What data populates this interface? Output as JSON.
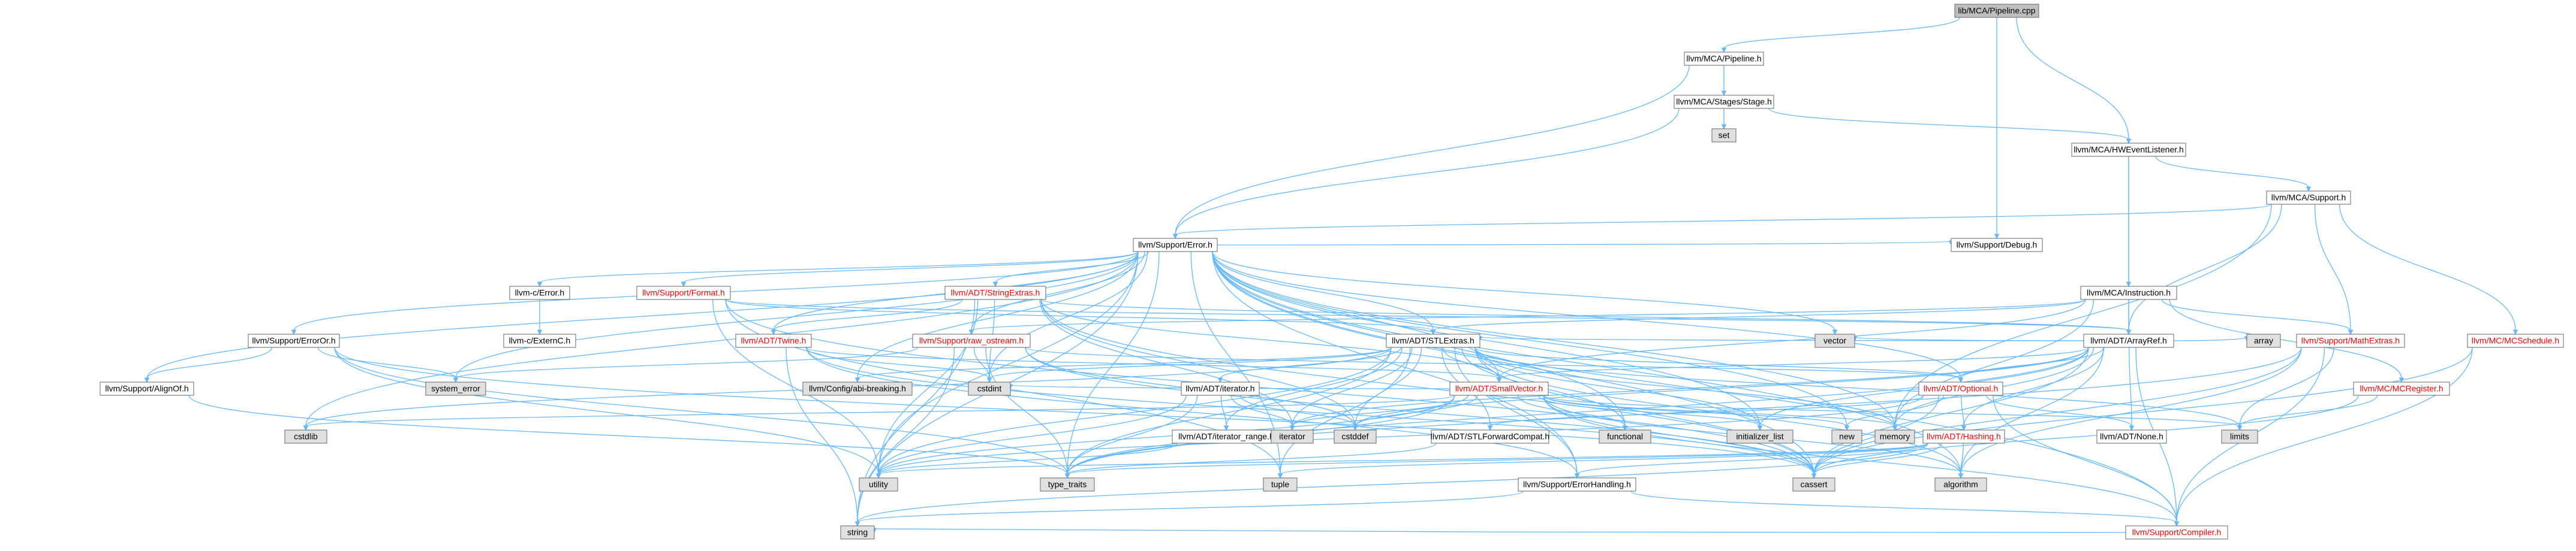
{
  "graph": {
    "colors": {
      "root_fill": "#bfbfbf",
      "node_fill": "#ffffff",
      "system_fill": "#e0e0e0",
      "border": "#666666",
      "edge": "#63b8ff",
      "text": "#000000",
      "truncated_text": "#ff0000"
    },
    "nodes": [
      {
        "id": "pipeline_cpp",
        "label": "lib/MCA/Pipeline.cpp",
        "kind": "root"
      },
      {
        "id": "pipeline_h",
        "label": "llvm/MCA/Pipeline.h",
        "kind": "normal"
      },
      {
        "id": "stage_h",
        "label": "llvm/MCA/Stages/Stage.h",
        "kind": "normal"
      },
      {
        "id": "set",
        "label": "set",
        "kind": "system"
      },
      {
        "id": "hweventlistener_h",
        "label": "llvm/MCA/HWEventListener.h",
        "kind": "normal"
      },
      {
        "id": "support_h",
        "label": "llvm/MCA/Support.h",
        "kind": "normal"
      },
      {
        "id": "error_h",
        "label": "llvm/Support/Error.h",
        "kind": "normal"
      },
      {
        "id": "debug_h",
        "label": "llvm/Support/Debug.h",
        "kind": "normal"
      },
      {
        "id": "instruction_h",
        "label": "llvm/MCA/Instruction.h",
        "kind": "normal"
      },
      {
        "id": "arrayref_h",
        "label": "llvm/ADT/ArrayRef.h",
        "kind": "normal"
      },
      {
        "id": "mcschedule_h",
        "label": "llvm/MC/MCSchedule.h",
        "kind": "red"
      },
      {
        "id": "mathextras_h",
        "label": "llvm/Support/MathExtras.h",
        "kind": "red"
      },
      {
        "id": "mcregister_h",
        "label": "llvm/MC/MCRegister.h",
        "kind": "red"
      },
      {
        "id": "cerror_h",
        "label": "llvm-c/Error.h",
        "kind": "normal"
      },
      {
        "id": "cexternc_h",
        "label": "llvm-c/ExternC.h",
        "kind": "normal"
      },
      {
        "id": "format_h",
        "label": "llvm/Support/Format.h",
        "kind": "red"
      },
      {
        "id": "stringextras_h",
        "label": "llvm/ADT/StringExtras.h",
        "kind": "red"
      },
      {
        "id": "twine_h",
        "label": "llvm/ADT/Twine.h",
        "kind": "red"
      },
      {
        "id": "rawostream_h",
        "label": "llvm/Support/raw_ostream.h",
        "kind": "red"
      },
      {
        "id": "stlextras_h",
        "label": "llvm/ADT/STLExtras.h",
        "kind": "normal"
      },
      {
        "id": "smallvector_h",
        "label": "llvm/ADT/SmallVector.h",
        "kind": "red"
      },
      {
        "id": "optional_h",
        "label": "llvm/ADT/Optional.h",
        "kind": "red"
      },
      {
        "id": "hashing_h",
        "label": "llvm/ADT/Hashing.h",
        "kind": "red"
      },
      {
        "id": "none_h",
        "label": "llvm/ADT/None.h",
        "kind": "normal"
      },
      {
        "id": "erroror_h",
        "label": "llvm/Support/ErrorOr.h",
        "kind": "normal"
      },
      {
        "id": "alignof_h",
        "label": "llvm/Support/AlignOf.h",
        "kind": "normal"
      },
      {
        "id": "iterator_h",
        "label": "llvm/ADT/iterator.h",
        "kind": "normal"
      },
      {
        "id": "iterator_range_h",
        "label": "llvm/ADT/iterator_range.h",
        "kind": "normal"
      },
      {
        "id": "stlforwardcompat_h",
        "label": "llvm/ADT/STLForwardCompat.h",
        "kind": "normal"
      },
      {
        "id": "errorhandling_h",
        "label": "llvm/Support/ErrorHandling.h",
        "kind": "normal"
      },
      {
        "id": "compiler_h",
        "label": "llvm/Support/Compiler.h",
        "kind": "red"
      },
      {
        "id": "abibreaking_h",
        "label": "llvm/Config/abi-breaking.h",
        "kind": "system"
      },
      {
        "id": "vector",
        "label": "vector",
        "kind": "system"
      },
      {
        "id": "array",
        "label": "array",
        "kind": "system"
      },
      {
        "id": "system_error",
        "label": "system_error",
        "kind": "system"
      },
      {
        "id": "cstdint",
        "label": "cstdint",
        "kind": "system"
      },
      {
        "id": "cstdlib",
        "label": "cstdlib",
        "kind": "system"
      },
      {
        "id": "cstddef",
        "label": "cstddef",
        "kind": "system"
      },
      {
        "id": "iterator",
        "label": "iterator",
        "kind": "system"
      },
      {
        "id": "functional",
        "label": "functional",
        "kind": "system"
      },
      {
        "id": "initializer_list",
        "label": "initializer_list",
        "kind": "system"
      },
      {
        "id": "new",
        "label": "new",
        "kind": "system"
      },
      {
        "id": "memory",
        "label": "memory",
        "kind": "system"
      },
      {
        "id": "limits",
        "label": "limits",
        "kind": "system"
      },
      {
        "id": "utility",
        "label": "utility",
        "kind": "system"
      },
      {
        "id": "type_traits",
        "label": "type_traits",
        "kind": "system"
      },
      {
        "id": "tuple",
        "label": "tuple",
        "kind": "system"
      },
      {
        "id": "cassert",
        "label": "cassert",
        "kind": "system"
      },
      {
        "id": "algorithm",
        "label": "algorithm",
        "kind": "system"
      },
      {
        "id": "string",
        "label": "string",
        "kind": "system"
      }
    ],
    "edges": [
      [
        "pipeline_cpp",
        "pipeline_h"
      ],
      [
        "pipeline_cpp",
        "hweventlistener_h"
      ],
      [
        "pipeline_cpp",
        "debug_h"
      ],
      [
        "pipeline_h",
        "stage_h"
      ],
      [
        "pipeline_h",
        "error_h"
      ],
      [
        "stage_h",
        "set"
      ],
      [
        "stage_h",
        "hweventlistener_h"
      ],
      [
        "stage_h",
        "error_h"
      ],
      [
        "hweventlistener_h",
        "instruction_h"
      ],
      [
        "hweventlistener_h",
        "support_h"
      ],
      [
        "hweventlistener_h",
        "arrayref_h"
      ],
      [
        "support_h",
        "error_h"
      ],
      [
        "support_h",
        "arrayref_h"
      ],
      [
        "support_h",
        "mcschedule_h"
      ],
      [
        "support_h",
        "mathextras_h"
      ],
      [
        "support_h",
        "memory"
      ],
      [
        "error_h",
        "cerror_h"
      ],
      [
        "error_h",
        "format_h"
      ],
      [
        "error_h",
        "stringextras_h"
      ],
      [
        "error_h",
        "twine_h"
      ],
      [
        "error_h",
        "rawostream_h"
      ],
      [
        "error_h",
        "stlextras_h"
      ],
      [
        "error_h",
        "smallvector_h"
      ],
      [
        "error_h",
        "erroror_h"
      ],
      [
        "error_h",
        "alignof_h"
      ],
      [
        "error_h",
        "abibreaking_h"
      ],
      [
        "error_h",
        "errorhandling_h"
      ],
      [
        "error_h",
        "compiler_h"
      ],
      [
        "error_h",
        "debug_h"
      ],
      [
        "error_h",
        "vector"
      ],
      [
        "error_h",
        "system_error"
      ],
      [
        "error_h",
        "cstdint"
      ],
      [
        "error_h",
        "cstdlib"
      ],
      [
        "error_h",
        "functional"
      ],
      [
        "error_h",
        "memory"
      ],
      [
        "error_h",
        "new"
      ],
      [
        "error_h",
        "utility"
      ],
      [
        "error_h",
        "type_traits"
      ],
      [
        "error_h",
        "tuple"
      ],
      [
        "error_h",
        "cassert"
      ],
      [
        "error_h",
        "algorithm"
      ],
      [
        "error_h",
        "string"
      ],
      [
        "error_h",
        "initializer_list"
      ],
      [
        "error_h",
        "optional_h"
      ],
      [
        "instruction_h",
        "arrayref_h"
      ],
      [
        "instruction_h",
        "stlextras_h"
      ],
      [
        "instruction_h",
        "smallvector_h"
      ],
      [
        "instruction_h",
        "mcregister_h"
      ],
      [
        "instruction_h",
        "mathextras_h"
      ],
      [
        "instruction_h",
        "rawostream_h"
      ],
      [
        "instruction_h",
        "memory"
      ],
      [
        "arrayref_h",
        "vector"
      ],
      [
        "arrayref_h",
        "array"
      ],
      [
        "arrayref_h",
        "stlextras_h"
      ],
      [
        "arrayref_h",
        "smallvector_h"
      ],
      [
        "arrayref_h",
        "optional_h"
      ],
      [
        "arrayref_h",
        "none_h"
      ],
      [
        "arrayref_h",
        "hashing_h"
      ],
      [
        "arrayref_h",
        "compiler_h"
      ],
      [
        "arrayref_h",
        "cassert"
      ],
      [
        "arrayref_h",
        "algorithm"
      ],
      [
        "arrayref_h",
        "cstddef"
      ],
      [
        "arrayref_h",
        "iterator"
      ],
      [
        "arrayref_h",
        "memory"
      ],
      [
        "arrayref_h",
        "type_traits"
      ],
      [
        "arrayref_h",
        "initializer_list"
      ],
      [
        "mcschedule_h",
        "compiler_h"
      ],
      [
        "mcschedule_h",
        "cassert"
      ],
      [
        "mathextras_h",
        "compiler_h"
      ],
      [
        "mathextras_h",
        "cassert"
      ],
      [
        "mathextras_h",
        "limits"
      ],
      [
        "mathextras_h",
        "type_traits"
      ],
      [
        "mathextras_h",
        "algorithm"
      ],
      [
        "mcregister_h",
        "limits"
      ],
      [
        "mcregister_h",
        "cassert"
      ],
      [
        "cerror_h",
        "cexternc_h"
      ],
      [
        "format_h",
        "arrayref_h"
      ],
      [
        "format_h",
        "stlextras_h"
      ],
      [
        "format_h",
        "cassert"
      ],
      [
        "format_h",
        "tuple"
      ],
      [
        "format_h",
        "utility"
      ],
      [
        "stringextras_h",
        "arrayref_h"
      ],
      [
        "stringextras_h",
        "twine_h"
      ],
      [
        "stringextras_h",
        "smallvector_h"
      ],
      [
        "stringextras_h",
        "iterator"
      ],
      [
        "stringextras_h",
        "cstdint"
      ],
      [
        "stringextras_h",
        "cstddef"
      ],
      [
        "stringextras_h",
        "string"
      ],
      [
        "stringextras_h",
        "utility"
      ],
      [
        "stringextras_h",
        "cassert"
      ],
      [
        "twine_h",
        "smallvector_h"
      ],
      [
        "twine_h",
        "errorhandling_h"
      ],
      [
        "twine_h",
        "cassert"
      ],
      [
        "twine_h",
        "cstdint"
      ],
      [
        "twine_h",
        "string"
      ],
      [
        "rawostream_h",
        "system_error"
      ],
      [
        "rawostream_h",
        "cstdint"
      ],
      [
        "rawostream_h",
        "cstddef"
      ],
      [
        "rawostream_h",
        "type_traits"
      ],
      [
        "rawostream_h",
        "cassert"
      ],
      [
        "rawostream_h",
        "string"
      ],
      [
        "rawostream_h",
        "optional_h"
      ],
      [
        "stlextras_h",
        "iterator_h"
      ],
      [
        "stlextras_h",
        "iterator_range_h"
      ],
      [
        "stlextras_h",
        "stlforwardcompat_h"
      ],
      [
        "stlextras_h",
        "smallvector_h"
      ],
      [
        "stlextras_h",
        "abibreaking_h"
      ],
      [
        "stlextras_h",
        "errorhandling_h"
      ],
      [
        "stlextras_h",
        "optional_h"
      ],
      [
        "stlextras_h",
        "cstdint"
      ],
      [
        "stlextras_h",
        "cstdlib"
      ],
      [
        "stlextras_h",
        "cstddef"
      ],
      [
        "stlextras_h",
        "iterator"
      ],
      [
        "stlextras_h",
        "functional"
      ],
      [
        "stlextras_h",
        "initializer_list"
      ],
      [
        "stlextras_h",
        "memory"
      ],
      [
        "stlextras_h",
        "limits"
      ],
      [
        "stlextras_h",
        "utility"
      ],
      [
        "stlextras_h",
        "type_traits"
      ],
      [
        "stlextras_h",
        "tuple"
      ],
      [
        "stlextras_h",
        "cassert"
      ],
      [
        "stlextras_h",
        "algorithm"
      ],
      [
        "smallvector_h",
        "compiler_h"
      ],
      [
        "smallvector_h",
        "cstddef"
      ],
      [
        "smallvector_h",
        "iterator"
      ],
      [
        "smallvector_h",
        "functional"
      ],
      [
        "smallvector_h",
        "initializer_list"
      ],
      [
        "smallvector_h",
        "new"
      ],
      [
        "smallvector_h",
        "memory"
      ],
      [
        "smallvector_h",
        "limits"
      ],
      [
        "smallvector_h",
        "utility"
      ],
      [
        "smallvector_h",
        "type_traits"
      ],
      [
        "smallvector_h",
        "cassert"
      ],
      [
        "smallvector_h",
        "algorithm"
      ],
      [
        "smallvector_h",
        "cstdlib"
      ],
      [
        "smallvector_h",
        "cstdint"
      ],
      [
        "optional_h",
        "hashing_h"
      ],
      [
        "optional_h",
        "none_h"
      ],
      [
        "optional_h",
        "stlforwardcompat_h"
      ],
      [
        "optional_h",
        "new"
      ],
      [
        "optional_h",
        "utility"
      ],
      [
        "optional_h",
        "cassert"
      ],
      [
        "optional_h",
        "compiler_h"
      ],
      [
        "hashing_h",
        "errorhandling_h"
      ],
      [
        "hashing_h",
        "algorithm"
      ],
      [
        "hashing_h",
        "cassert"
      ],
      [
        "hashing_h",
        "string"
      ],
      [
        "hashing_h",
        "tuple"
      ],
      [
        "hashing_h",
        "utility"
      ],
      [
        "hashing_h",
        "type_traits"
      ],
      [
        "erroror_h",
        "alignof_h"
      ],
      [
        "erroror_h",
        "system_error"
      ],
      [
        "erroror_h",
        "cassert"
      ],
      [
        "erroror_h",
        "type_traits"
      ],
      [
        "erroror_h",
        "utility"
      ],
      [
        "alignof_h",
        "type_traits"
      ],
      [
        "iterator_h",
        "iterator_range_h"
      ],
      [
        "iterator_h",
        "cstddef"
      ],
      [
        "iterator_h",
        "iterator"
      ],
      [
        "iterator_h",
        "type_traits"
      ],
      [
        "iterator_h",
        "utility"
      ],
      [
        "iterator_range_h",
        "utility"
      ],
      [
        "stlforwardcompat_h",
        "type_traits"
      ],
      [
        "errorhandling_h",
        "compiler_h"
      ],
      [
        "errorhandling_h",
        "string"
      ],
      [
        "compiler_h",
        "string"
      ]
    ]
  }
}
